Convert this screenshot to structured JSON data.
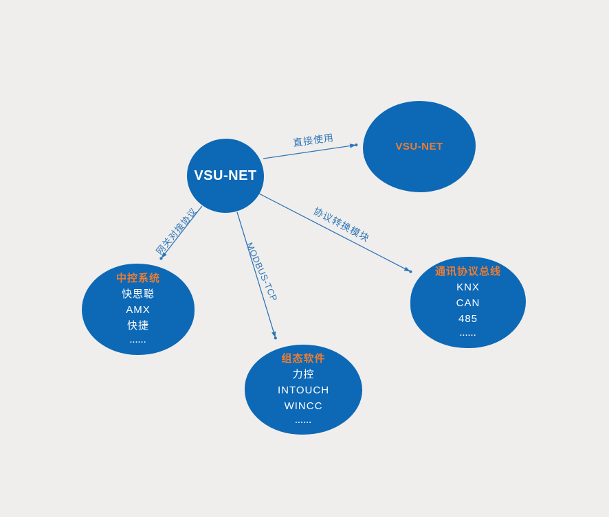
{
  "colors": {
    "node_blue": "#0d68b6",
    "accent_orange": "#ed7d31",
    "edge_blue": "#2e75b8",
    "bg": "#efeeec",
    "white": "#ffffff"
  },
  "nodes": {
    "center": {
      "label": "VSU-NET"
    },
    "direct": {
      "title": "VSU-NET"
    },
    "central_control": {
      "title": "中控系统",
      "items": [
        "快思聪",
        "AMX",
        "快捷"
      ],
      "ellipsis": "......"
    },
    "scada": {
      "title": "组态软件",
      "items": [
        "力控",
        "INTOUCH",
        "WINCC"
      ],
      "ellipsis": "......"
    },
    "protocol_bus": {
      "title": "通讯协议总线",
      "items": [
        "KNX",
        "CAN",
        "485"
      ],
      "ellipsis": "......"
    }
  },
  "edges": {
    "direct_use": {
      "label": "直接使用"
    },
    "gateway": {
      "label": "网关对接协议"
    },
    "modbus": {
      "label": "MODBUS-TCP"
    },
    "converter": {
      "label": "协议转换模块"
    }
  }
}
